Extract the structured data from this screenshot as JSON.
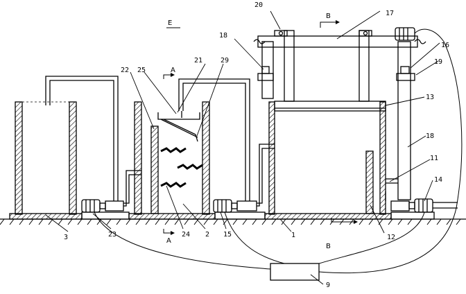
{
  "labels": {
    "n1": "1",
    "n2": "2",
    "n3": "3",
    "n9": "9",
    "n11": "11",
    "n12": "12",
    "n13": "13",
    "n14": "14",
    "n15": "15",
    "n16": "16",
    "n17": "17",
    "n18a": "18",
    "n18b": "18",
    "n19": "19",
    "n20": "20",
    "n21": "21",
    "n22": "22",
    "n23": "23",
    "n24": "24",
    "n25": "25",
    "n29": "29"
  },
  "sections": {
    "a_top": "A",
    "a_bottom": "A",
    "b_top": "B",
    "b_bottom": "B",
    "e": "E"
  }
}
